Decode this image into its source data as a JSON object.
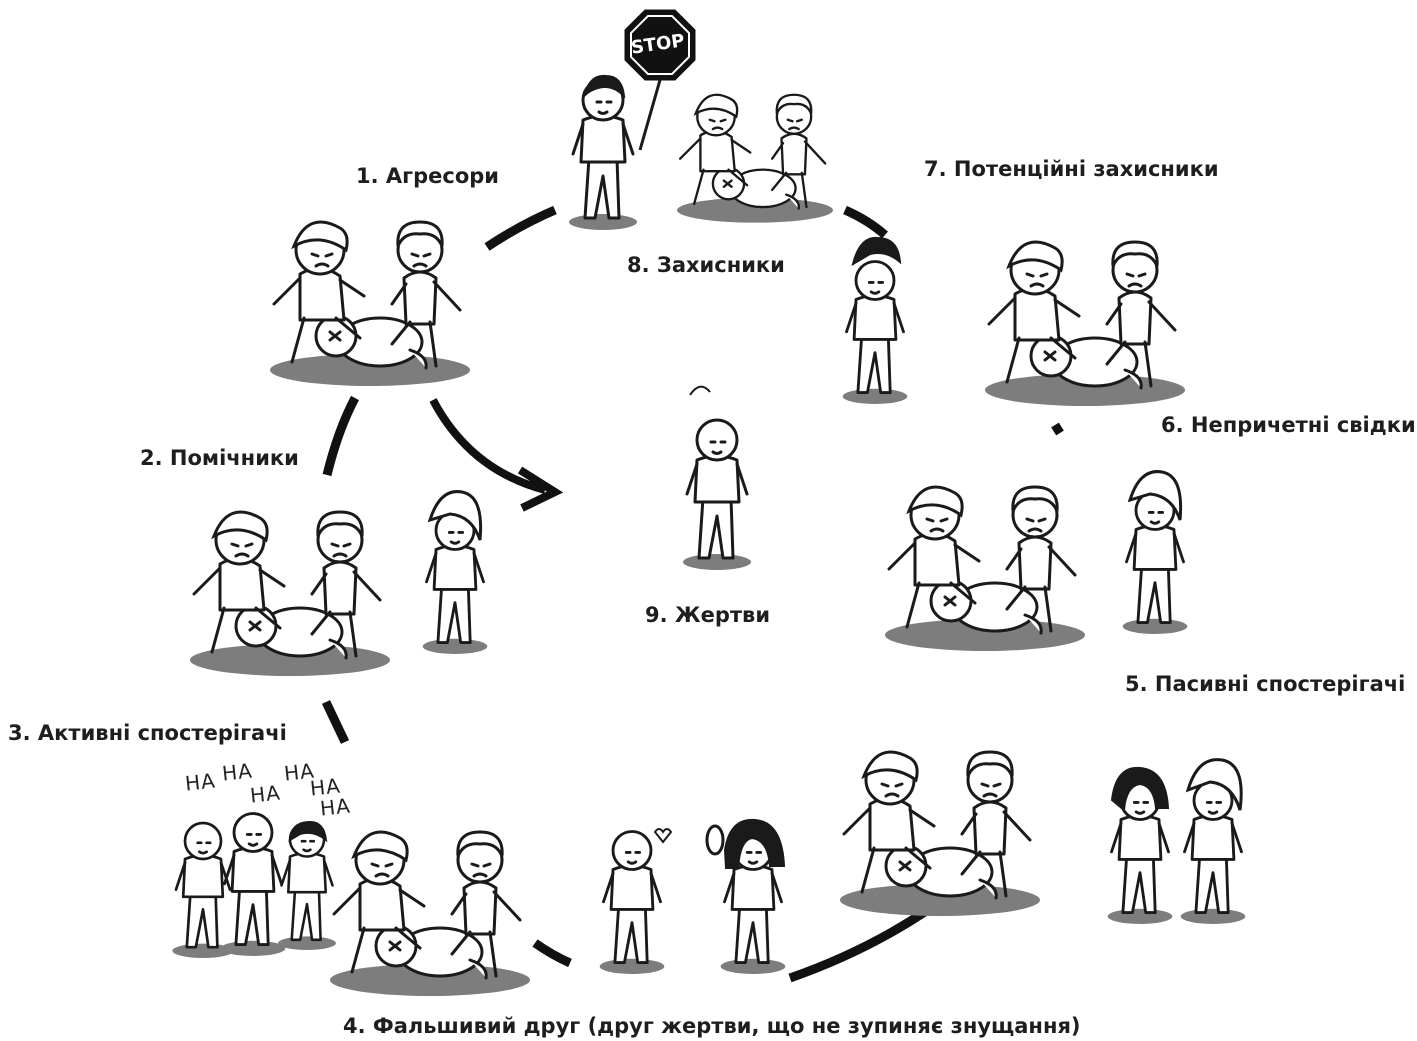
{
  "roles": {
    "aggressors": "1. Агресори",
    "helpers": "2. Помічники",
    "active_spectators": "3. Активні спостерігачі",
    "false_friend": "4. Фальшивий друг (друг жертви, що не зупиняє знущання)",
    "passive_spectators": "5. Пасивні спостерігачі",
    "uninvolved_witnesses": "6. Непричетні свідки",
    "potential_defenders": "7. Потенційні захисники",
    "defenders": "8. Захисники",
    "victims": "9. Жертви"
  },
  "sign": {
    "text": "STOP"
  },
  "laughter": [
    "HA",
    "HA",
    "HA",
    "HA",
    "HA",
    "HA"
  ]
}
